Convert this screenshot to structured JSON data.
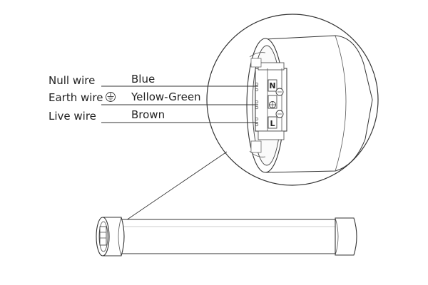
{
  "labels": {
    "null_wire": "Null wire",
    "earth_wire": "Earth wire",
    "live_wire": "Live wire",
    "blue": "Blue",
    "yellow_green": "Yellow-Green",
    "brown": "Brown"
  },
  "terminals": {
    "n": "N",
    "l": "L"
  },
  "icons": {
    "earth": "ground-symbol-icon"
  }
}
